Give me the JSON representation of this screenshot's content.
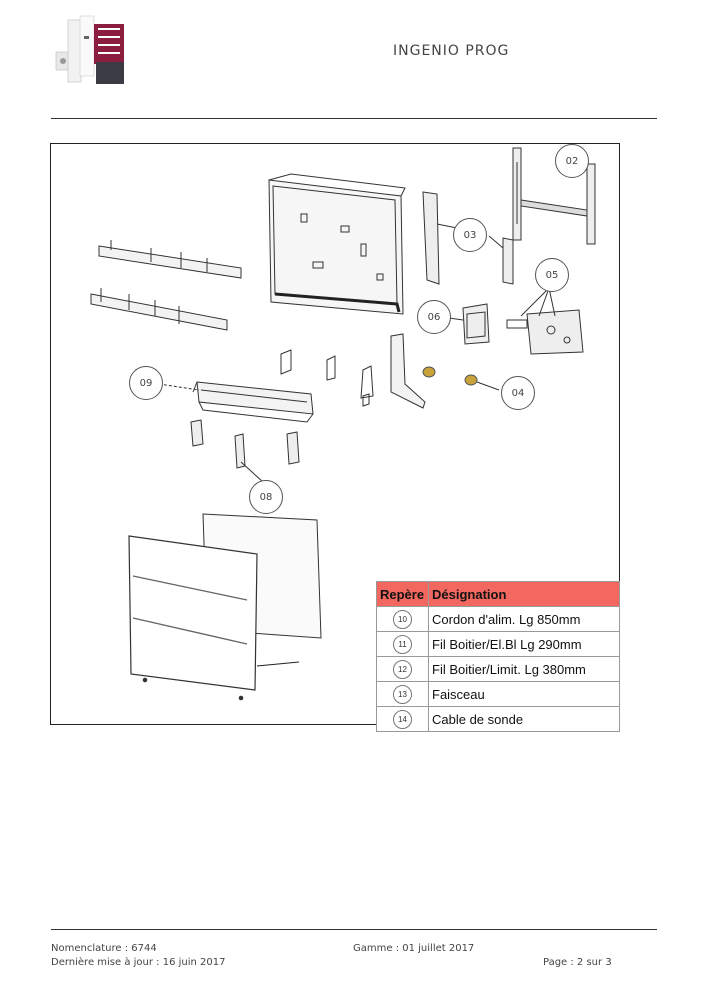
{
  "header": {
    "title": "INGENIO PROG"
  },
  "callouts": [
    "02",
    "03",
    "05",
    "06",
    "09",
    "04",
    "08"
  ],
  "legend": {
    "headers": [
      "Repère",
      "Désignation"
    ],
    "rows": [
      {
        "num": "10",
        "label": "Cordon d'alim. Lg 850mm"
      },
      {
        "num": "11",
        "label": "Fil Boitier/El.Bl Lg 290mm"
      },
      {
        "num": "12",
        "label": "Fil Boitier/Limit. Lg 380mm"
      },
      {
        "num": "13",
        "label": "Faisceau"
      },
      {
        "num": "14",
        "label": "Cable de sonde"
      }
    ]
  },
  "footer": {
    "nomenclature": "Nomenclature : 6744",
    "gamme": "Gamme : 01 juillet 2017",
    "maj": "Dernière mise à jour : 16 juin 2017",
    "page": "Page : 2 sur 3"
  },
  "colors": {
    "legend_header": "#f26860",
    "logo_accent": "#8b1e3f"
  }
}
